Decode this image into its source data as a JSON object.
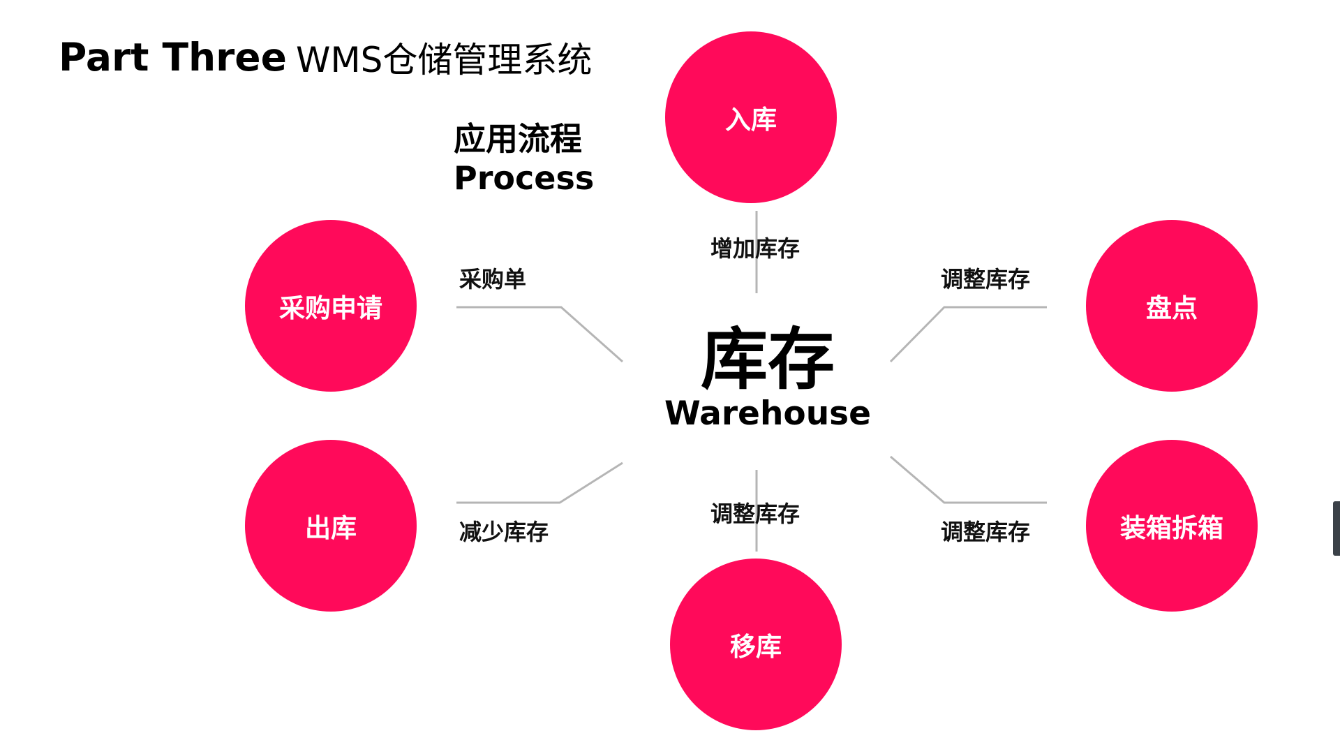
{
  "header": {
    "part_label": "Part Three",
    "title": "WMS仓储管理系统"
  },
  "process": {
    "title_cn": "应用流程",
    "title_en": "Process"
  },
  "center": {
    "title_cn": "库存",
    "title_en": "Warehouse"
  },
  "nodes": {
    "inbound": "入库",
    "purchase_request": "采购申请",
    "stocktake": "盘点",
    "outbound": "出库",
    "pack_unpack": "装箱拆箱",
    "transfer": "移库"
  },
  "edge_labels": {
    "inbound": "增加库存",
    "purchase_request": "采购单",
    "stocktake": "调整库存",
    "outbound": "减少库存",
    "transfer": "调整库存",
    "pack_unpack": "调整库存"
  },
  "colors": {
    "node_fill": "#ff0a5a",
    "connector": "#b5b5b5"
  }
}
